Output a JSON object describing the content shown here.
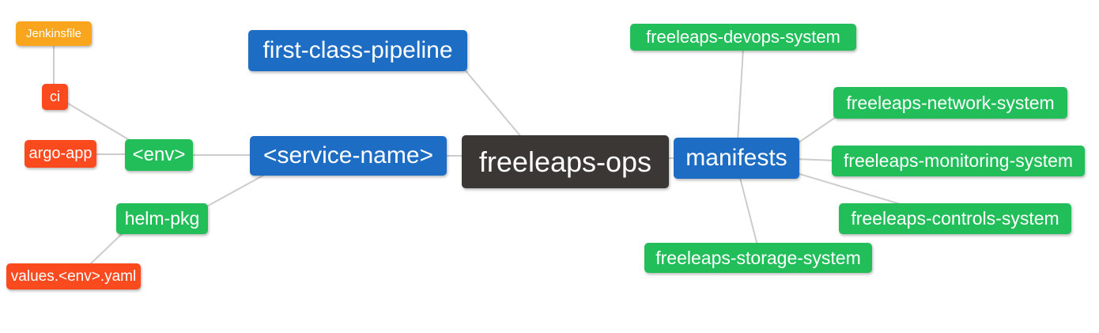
{
  "diagram": {
    "type": "mindmap",
    "root_label": "freeleaps-ops",
    "colors": {
      "node_blue": "#1e6dc4",
      "node_green": "#22be5a",
      "node_red": "#fa4a1e",
      "node_orange": "#f9a51d",
      "node_dark": "#3b3735",
      "node_text": "#ffffff",
      "edge": "#cccccc",
      "background": "#ffffff"
    },
    "nodes": [
      {
        "id": "jenkinsfile",
        "label": "Jenkinsfile",
        "color_role": "orange"
      },
      {
        "id": "ci",
        "label": "ci",
        "color_role": "red"
      },
      {
        "id": "argo-app",
        "label": "argo-app",
        "color_role": "red"
      },
      {
        "id": "env",
        "label": "<env>",
        "color_role": "green"
      },
      {
        "id": "helm-pkg",
        "label": "helm-pkg",
        "color_role": "green"
      },
      {
        "id": "values-env-yaml",
        "label": "values.<env>.yaml",
        "color_role": "red"
      },
      {
        "id": "first-class-pipeline",
        "label": "first-class-pipeline",
        "color_role": "blue"
      },
      {
        "id": "service-name",
        "label": "<service-name>",
        "color_role": "blue"
      },
      {
        "id": "freeleaps-ops",
        "label": "freeleaps-ops",
        "color_role": "dark"
      },
      {
        "id": "manifests",
        "label": "manifests",
        "color_role": "blue"
      },
      {
        "id": "devops-system",
        "label": "freeleaps-devops-system",
        "color_role": "green"
      },
      {
        "id": "network-system",
        "label": "freeleaps-network-system",
        "color_role": "green"
      },
      {
        "id": "monitoring-system",
        "label": "freeleaps-monitoring-system",
        "color_role": "green"
      },
      {
        "id": "controls-system",
        "label": "freeleaps-controls-system",
        "color_role": "green"
      },
      {
        "id": "storage-system",
        "label": "freeleaps-storage-system",
        "color_role": "green"
      }
    ],
    "edges": [
      {
        "from": "jenkinsfile",
        "to": "ci"
      },
      {
        "from": "ci",
        "to": "env"
      },
      {
        "from": "argo-app",
        "to": "env"
      },
      {
        "from": "env",
        "to": "service-name"
      },
      {
        "from": "helm-pkg",
        "to": "service-name"
      },
      {
        "from": "values-env-yaml",
        "to": "helm-pkg"
      },
      {
        "from": "first-class-pipeline",
        "to": "freeleaps-ops"
      },
      {
        "from": "service-name",
        "to": "freeleaps-ops"
      },
      {
        "from": "freeleaps-ops",
        "to": "manifests"
      },
      {
        "from": "manifests",
        "to": "devops-system"
      },
      {
        "from": "manifests",
        "to": "network-system"
      },
      {
        "from": "manifests",
        "to": "monitoring-system"
      },
      {
        "from": "manifests",
        "to": "controls-system"
      },
      {
        "from": "manifests",
        "to": "storage-system"
      }
    ]
  }
}
